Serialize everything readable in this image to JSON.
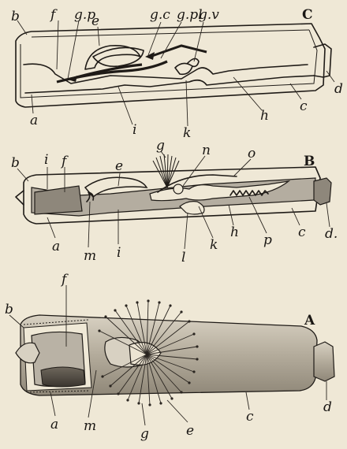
{
  "figure": {
    "panels": [
      {
        "id": "C",
        "caption": "C",
        "labels": [
          "b",
          "f",
          "g.p",
          "e",
          "g.c",
          "g.pl",
          "g.v",
          "a",
          "i",
          "k",
          "h",
          "c",
          "d"
        ]
      },
      {
        "id": "B",
        "caption": "B",
        "labels": [
          "b",
          "i",
          "f",
          "e",
          "g",
          "n",
          "o",
          "a",
          "m",
          "i",
          "l",
          "k",
          "h",
          "p",
          "c",
          "d."
        ]
      },
      {
        "id": "A",
        "caption": "A",
        "labels": [
          "f",
          "b",
          "a",
          "m",
          "g",
          "e",
          "c",
          "d"
        ]
      }
    ]
  }
}
